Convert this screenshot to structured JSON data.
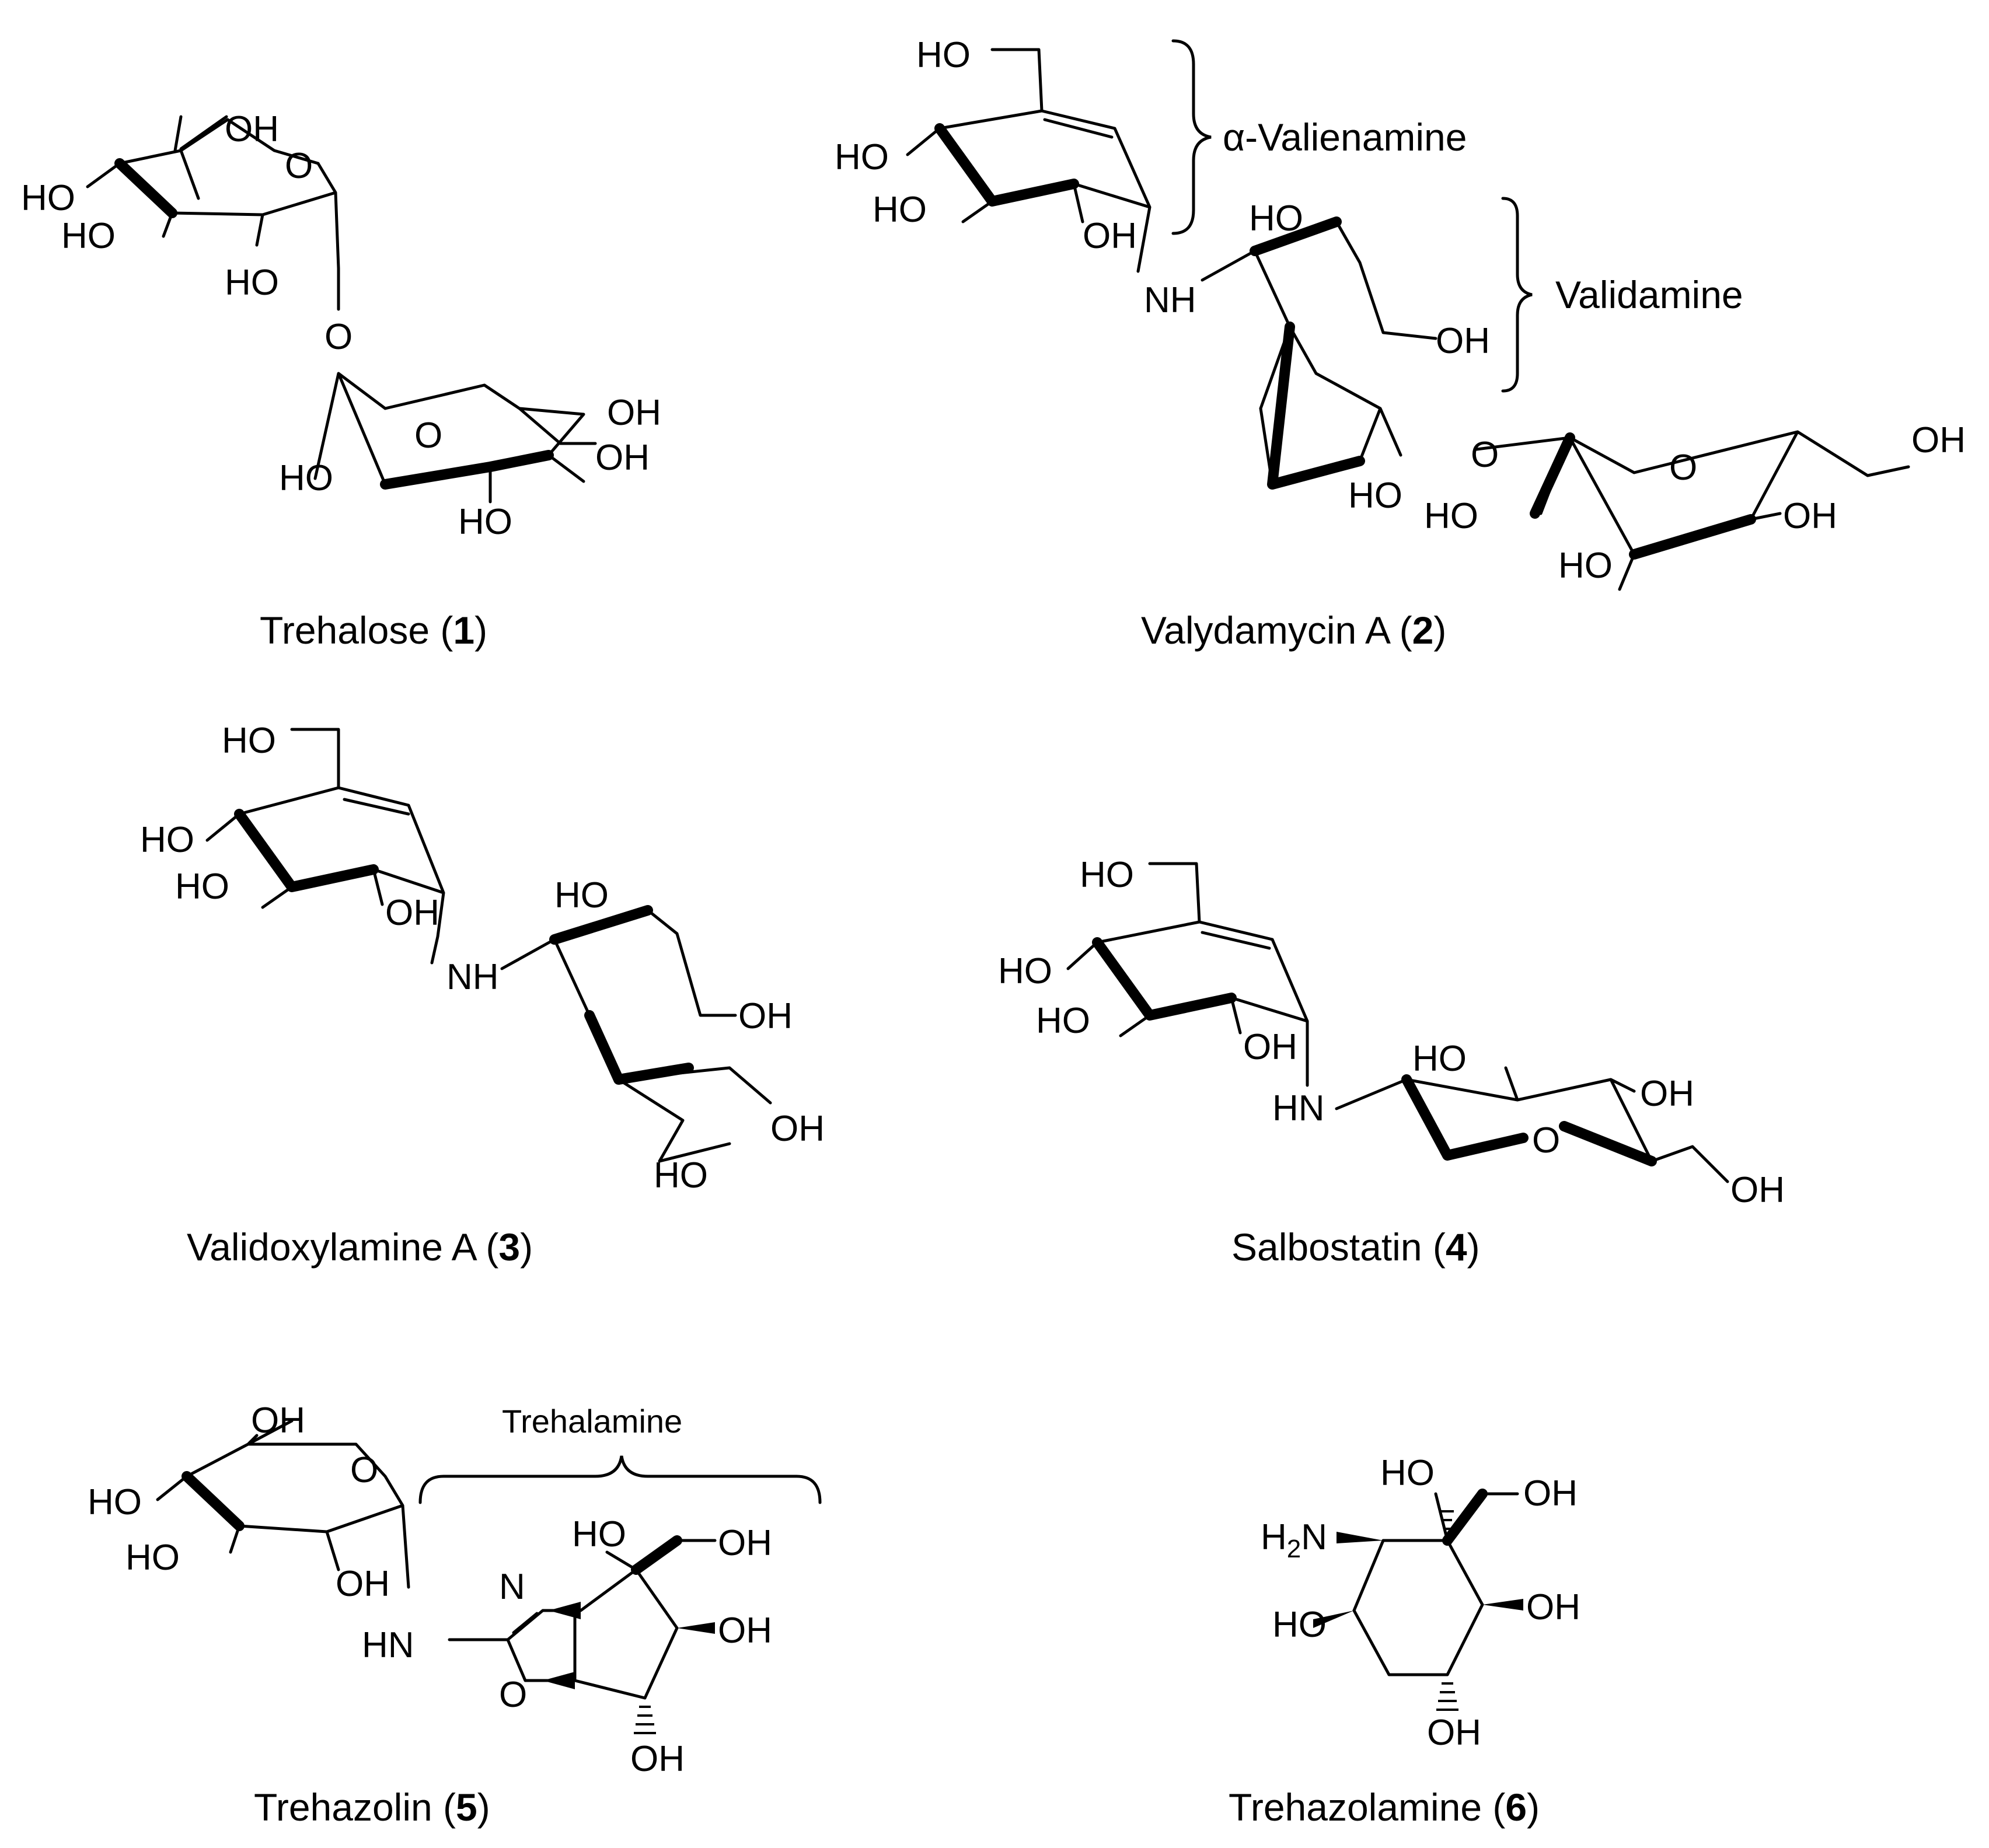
{
  "compounds": [
    {
      "name": "Trehalose (",
      "number": "1",
      "close": ")"
    },
    {
      "name": "Valydamycin A (",
      "number": "2",
      "close": ")"
    },
    {
      "name": "Validoxylamine A (",
      "number": "3",
      "close": ")"
    },
    {
      "name": "Salbostatin (",
      "number": "4",
      "close": ")"
    },
    {
      "name": "Trehazolin (",
      "number": "5",
      "close": ")"
    },
    {
      "name": "Trehazolamine (",
      "number": "6",
      "close": ")"
    }
  ],
  "groups": {
    "valienamine": "α-Valienamine",
    "validamine": "Validamine",
    "trehalamine": "Trehalamine"
  },
  "atoms": {
    "OH": "OH",
    "HO": "HO",
    "O": "O",
    "NH": "NH",
    "HN": "HN",
    "N": "N",
    "H2N_H": "H",
    "H2N_2": "2",
    "H2N_N": "N"
  }
}
